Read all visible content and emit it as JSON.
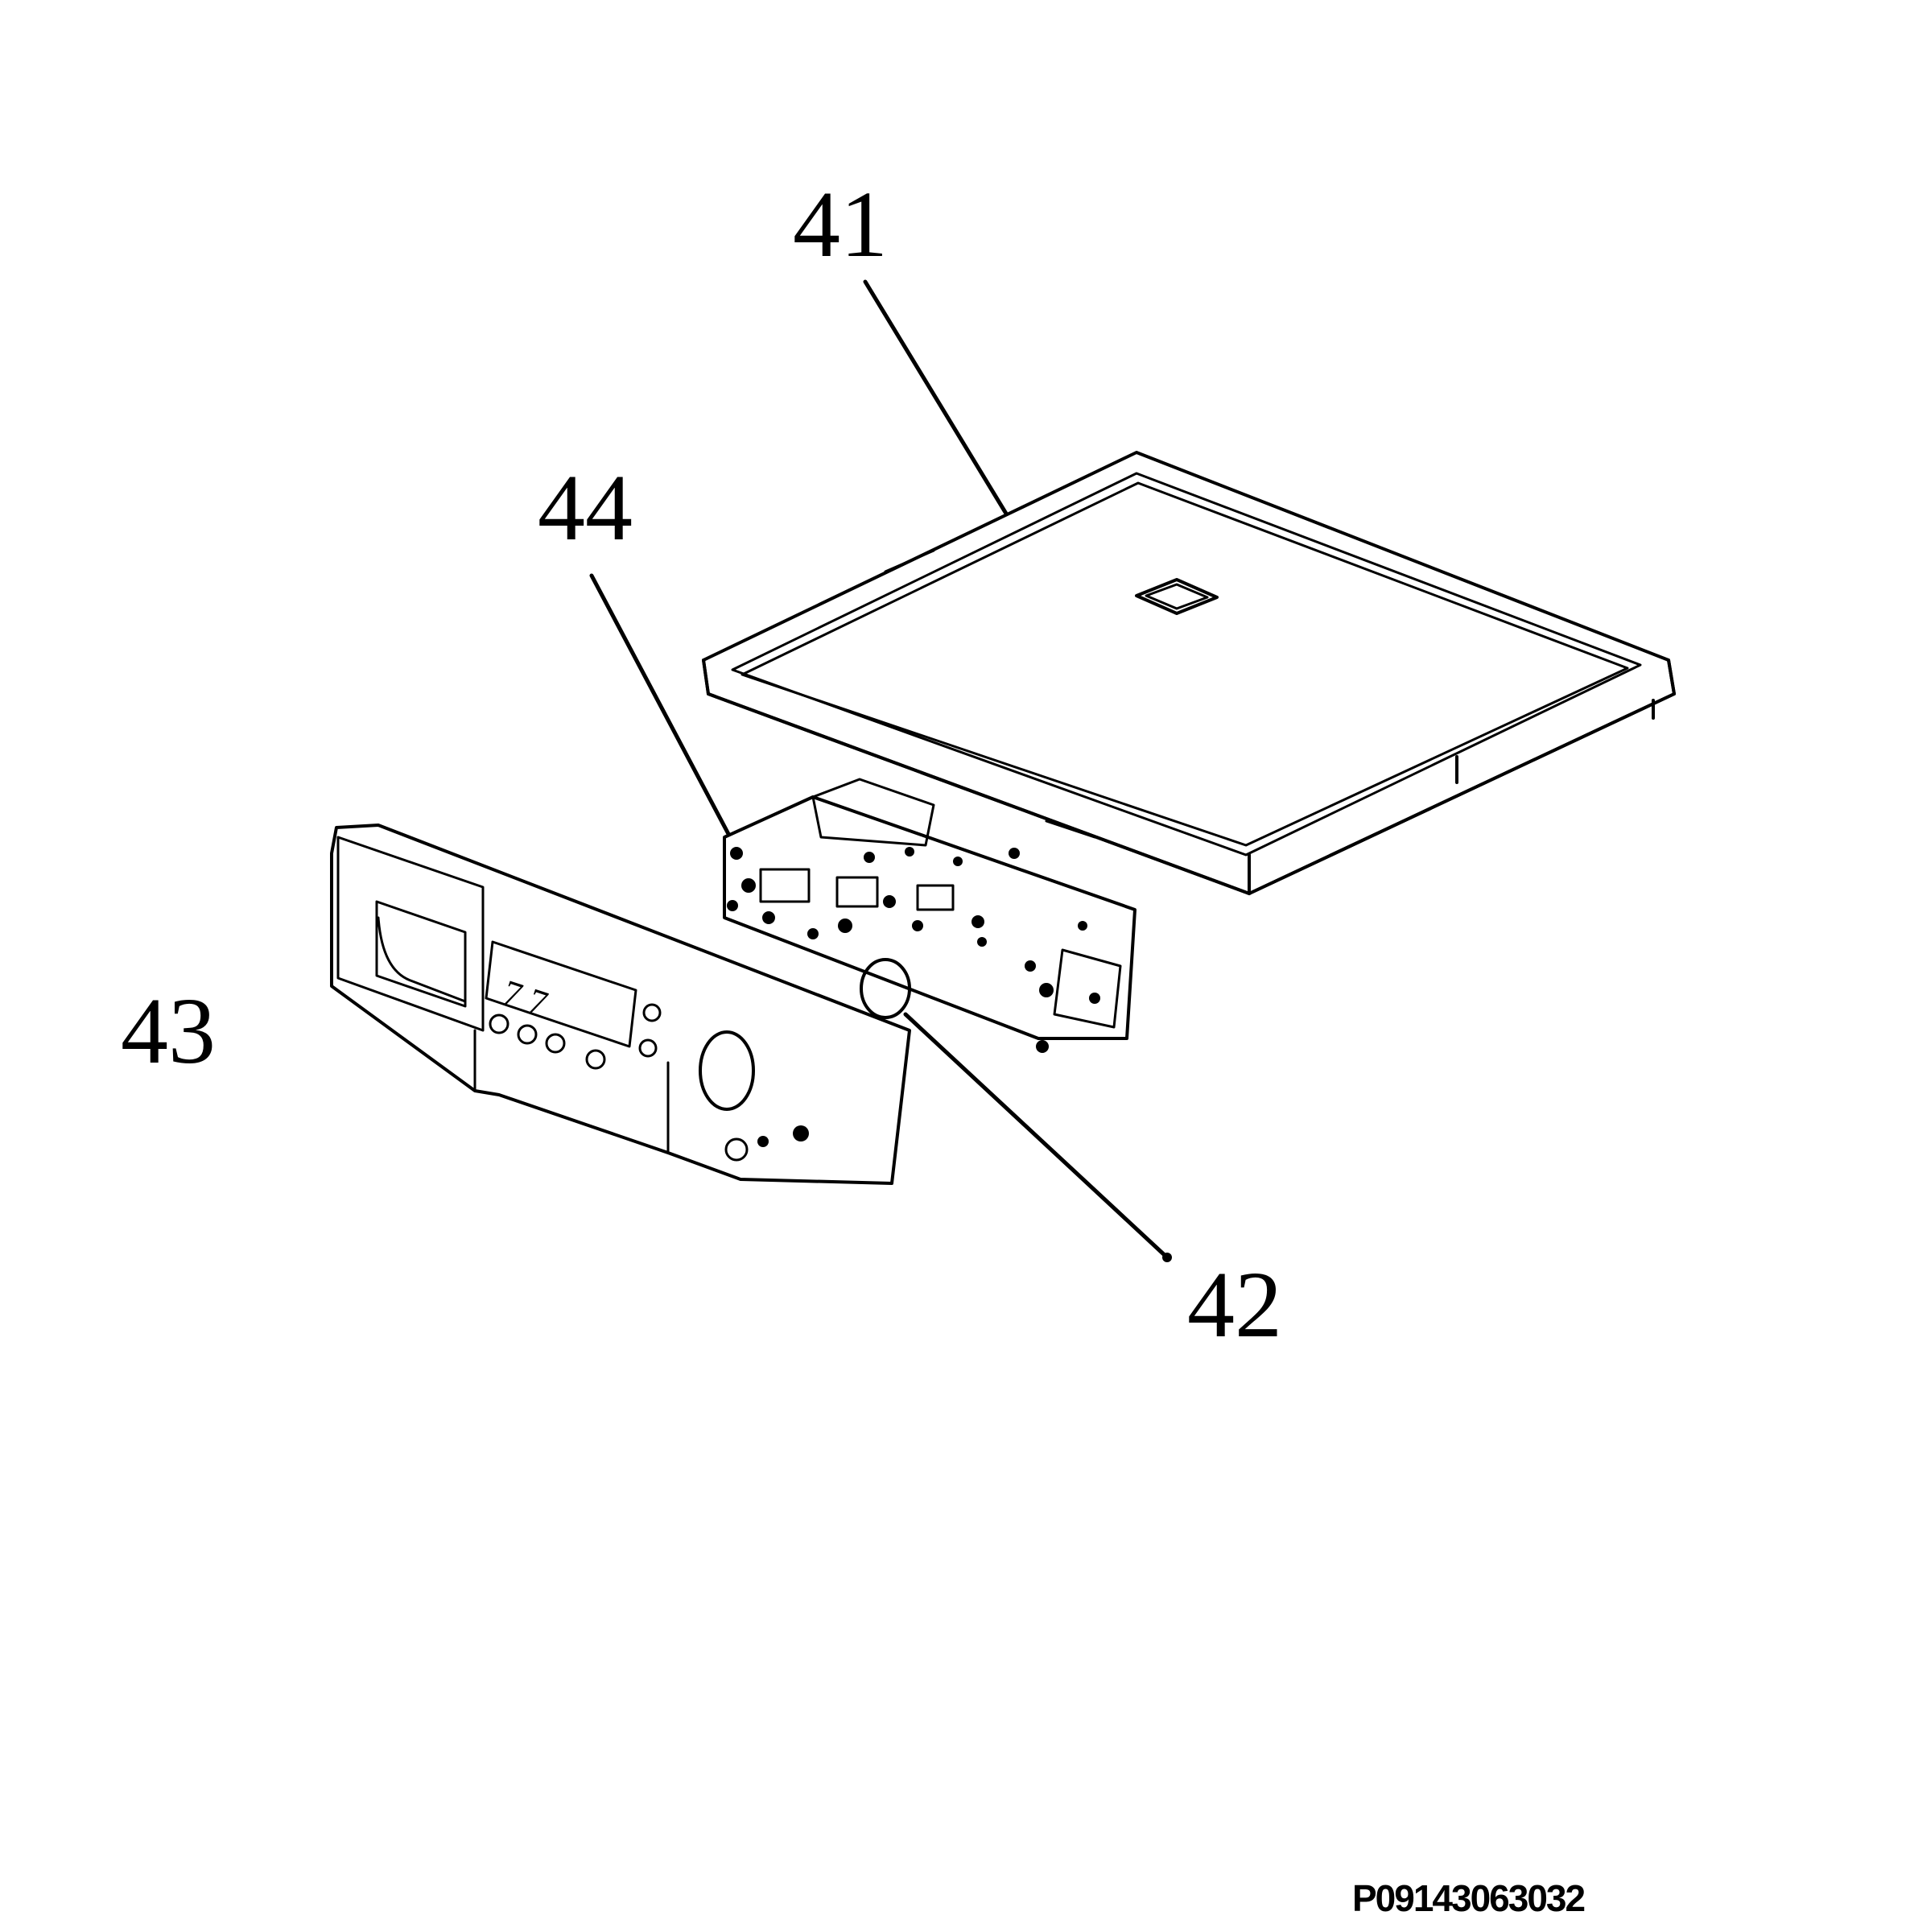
{
  "labels": {
    "part_41": "41",
    "part_42": "42",
    "part_43": "43",
    "part_44": "44"
  },
  "figure_code": "P09143063032",
  "colors": {
    "ink": "#000000",
    "paper": "#ffffff"
  }
}
